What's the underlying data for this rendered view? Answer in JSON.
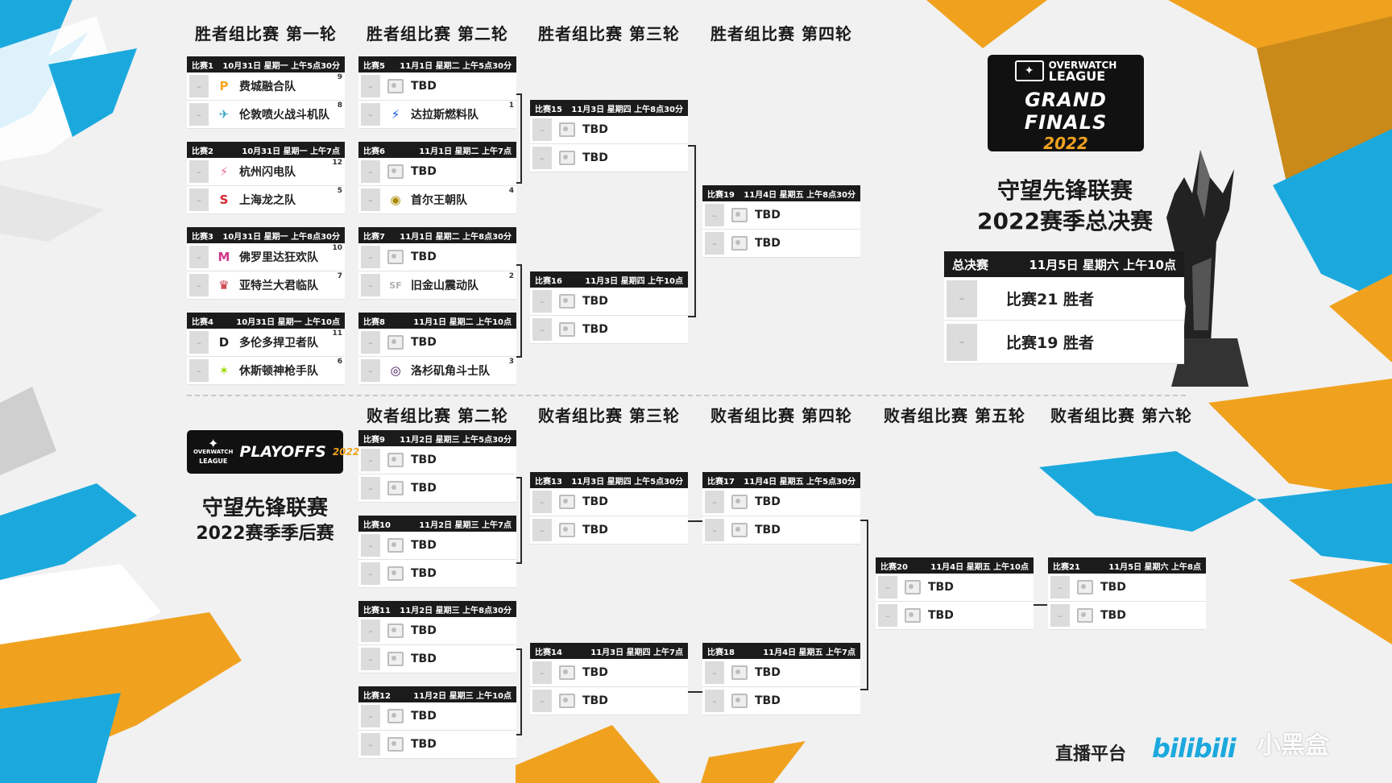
{
  "headers": {
    "w1": "胜者组比赛 第一轮",
    "w2": "胜者组比赛 第二轮",
    "w3": "胜者组比赛 第三轮",
    "w4": "胜者组比赛 第四轮",
    "l2": "败者组比赛 第二轮",
    "l3": "败者组比赛 第三轮",
    "l4": "败者组比赛 第四轮",
    "l5": "败者组比赛 第五轮",
    "l6": "败者组比赛 第六轮"
  },
  "score_placeholder": "–",
  "matches": [
    {
      "label": "比赛1",
      "time": "10月31日 星期一 上午5点30分",
      "teams": [
        {
          "name": "费城融合队",
          "seed": "9",
          "logo": "P",
          "color": "#f5a623"
        },
        {
          "name": "伦敦喷火战斗机队",
          "seed": "8",
          "logo": "✈",
          "color": "#3aa7c9"
        }
      ]
    },
    {
      "label": "比赛2",
      "time": "10月31日 星期一 上午7点",
      "teams": [
        {
          "name": "杭州闪电队",
          "seed": "12",
          "logo": "⚡",
          "color": "#f06aa0"
        },
        {
          "name": "上海龙之队",
          "seed": "5",
          "logo": "S",
          "color": "#d4232b"
        }
      ]
    },
    {
      "label": "比赛3",
      "time": "10月31日 星期一 上午8点30分",
      "teams": [
        {
          "name": "佛罗里达狂欢队",
          "seed": "10",
          "logo": "M",
          "color": "#d0368a"
        },
        {
          "name": "亚特兰大君临队",
          "seed": "7",
          "logo": "♛",
          "color": "#c4202b"
        }
      ]
    },
    {
      "label": "比赛4",
      "time": "10月31日 星期一 上午10点",
      "teams": [
        {
          "name": "多伦多捍卫者队",
          "seed": "11",
          "logo": "D",
          "color": "#222222"
        },
        {
          "name": "休斯顿神枪手队",
          "seed": "6",
          "logo": "✶",
          "color": "#97d700"
        }
      ]
    },
    {
      "label": "比赛5",
      "time": "11月1日 星期二 上午5点30分",
      "teams": [
        {
          "name": "TBD",
          "seed": "",
          "logo": "",
          "color": ""
        },
        {
          "name": "达拉斯燃料队",
          "seed": "1",
          "logo": "⚡",
          "color": "#0f57ea"
        }
      ]
    },
    {
      "label": "比赛6",
      "time": "11月1日 星期二 上午7点",
      "teams": [
        {
          "name": "TBD",
          "seed": "",
          "logo": "",
          "color": ""
        },
        {
          "name": "首尔王朝队",
          "seed": "4",
          "logo": "◉",
          "color": "#aa8a00"
        }
      ]
    },
    {
      "label": "比赛7",
      "time": "11月1日 星期二 上午8点30分",
      "teams": [
        {
          "name": "TBD",
          "seed": "",
          "logo": "",
          "color": ""
        },
        {
          "name": "旧金山震动队",
          "seed": "2",
          "logo": "SF",
          "color": "#b0b0b0"
        }
      ]
    },
    {
      "label": "比赛8",
      "time": "11月1日 星期二 上午10点",
      "teams": [
        {
          "name": "TBD",
          "seed": "",
          "logo": "",
          "color": ""
        },
        {
          "name": "洛杉矶角斗士队",
          "seed": "3",
          "logo": "◎",
          "color": "#3c1053"
        }
      ]
    },
    {
      "label": "比赛15",
      "time": "11月3日 星期四 上午8点30分",
      "teams": [
        {
          "name": "TBD"
        },
        {
          "name": "TBD"
        }
      ]
    },
    {
      "label": "比赛16",
      "time": "11月3日 星期四 上午10点",
      "teams": [
        {
          "name": "TBD"
        },
        {
          "name": "TBD"
        }
      ]
    },
    {
      "label": "比赛19",
      "time": "11月4日 星期五 上午8点30分",
      "teams": [
        {
          "name": "TBD"
        },
        {
          "name": "TBD"
        }
      ]
    },
    {
      "label": "比赛9",
      "time": "11月2日 星期三 上午5点30分",
      "teams": [
        {
          "name": "TBD"
        },
        {
          "name": "TBD"
        }
      ]
    },
    {
      "label": "比赛10",
      "time": "11月2日 星期三 上午7点",
      "teams": [
        {
          "name": "TBD"
        },
        {
          "name": "TBD"
        }
      ]
    },
    {
      "label": "比赛11",
      "time": "11月2日 星期三 上午8点30分",
      "teams": [
        {
          "name": "TBD"
        },
        {
          "name": "TBD"
        }
      ]
    },
    {
      "label": "比赛12",
      "time": "11月2日 星期三 上午10点",
      "teams": [
        {
          "name": "TBD"
        },
        {
          "name": "TBD"
        }
      ]
    },
    {
      "label": "比赛13",
      "time": "11月3日 星期四 上午5点30分",
      "teams": [
        {
          "name": "TBD"
        },
        {
          "name": "TBD"
        }
      ]
    },
    {
      "label": "比赛14",
      "time": "11月3日 星期四 上午7点",
      "teams": [
        {
          "name": "TBD"
        },
        {
          "name": "TBD"
        }
      ]
    },
    {
      "label": "比赛17",
      "time": "11月4日 星期五 上午5点30分",
      "teams": [
        {
          "name": "TBD"
        },
        {
          "name": "TBD"
        }
      ]
    },
    {
      "label": "比赛18",
      "time": "11月4日 星期五 上午7点",
      "teams": [
        {
          "name": "TBD"
        },
        {
          "name": "TBD"
        }
      ]
    },
    {
      "label": "比赛20",
      "time": "11月4日 星期五 上午10点",
      "teams": [
        {
          "name": "TBD"
        },
        {
          "name": "TBD"
        }
      ]
    },
    {
      "label": "比赛21",
      "time": "11月5日 星期六 上午8点",
      "teams": [
        {
          "name": "TBD"
        },
        {
          "name": "TBD"
        }
      ]
    }
  ],
  "final": {
    "label": "总决赛",
    "time": "11月5日 星期六 上午10点",
    "teams": [
      "比赛21 胜者",
      "比赛19 胜者"
    ]
  },
  "grand_finals_logo": {
    "line1": "OVERWATCH",
    "line2": "LEAGUE",
    "line3": "GRAND FINALS",
    "line4": "2022"
  },
  "grand_finals_title": [
    "守望先锋联赛",
    "2022赛季总决赛"
  ],
  "playoffs_logo": {
    "line1": "OVERWATCH",
    "line2": "LEAGUE",
    "line3": "PLAYOFFS",
    "line4": "2022"
  },
  "playoffs_title": [
    "守望先锋联赛",
    "2022赛季季后赛"
  ],
  "broadcast": {
    "label": "直播平台",
    "platform": "bilibili"
  },
  "watermark": "小黑盒",
  "colors": {
    "orange": "#f0a21f",
    "cyan": "#1ba9dd",
    "dark": "#1b1b1b",
    "background": "#f1f1f2"
  }
}
